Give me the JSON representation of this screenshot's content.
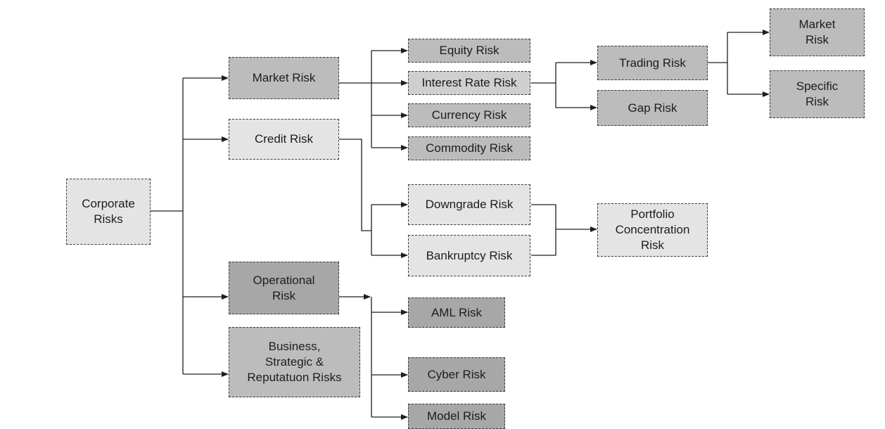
{
  "diagram": {
    "nodes": {
      "corporate": {
        "label": "Corporate\nRisks"
      },
      "market": {
        "label": "Market Risk"
      },
      "credit": {
        "label": "Credit Risk"
      },
      "operational": {
        "label": "Operational\nRisk"
      },
      "business": {
        "label": "Business,\nStrategic &\nReputatuon Risks"
      },
      "equity": {
        "label": "Equity Risk"
      },
      "interest": {
        "label": "Interest Rate Risk"
      },
      "currency": {
        "label": "Currency Risk"
      },
      "commodity": {
        "label": "Commodity Risk"
      },
      "downgrade": {
        "label": "Downgrade Risk"
      },
      "bankruptcy": {
        "label": "Bankruptcy Risk"
      },
      "aml": {
        "label": "AML Risk"
      },
      "cyber": {
        "label": "Cyber Risk"
      },
      "model": {
        "label": "Model Risk"
      },
      "trading": {
        "label": "Trading Risk"
      },
      "gap": {
        "label": "Gap Risk"
      },
      "portfolio": {
        "label": "Portfolio\nConcentration\nRisk"
      },
      "market_sub": {
        "label": "Market\nRisk"
      },
      "specific": {
        "label": "Specific\nRisk"
      }
    },
    "edges": [
      {
        "from": "corporate",
        "to": "market"
      },
      {
        "from": "corporate",
        "to": "credit"
      },
      {
        "from": "corporate",
        "to": "operational"
      },
      {
        "from": "corporate",
        "to": "business"
      },
      {
        "from": "market",
        "to": "equity"
      },
      {
        "from": "market",
        "to": "interest"
      },
      {
        "from": "market",
        "to": "currency"
      },
      {
        "from": "market",
        "to": "commodity"
      },
      {
        "from": "credit",
        "to": "downgrade"
      },
      {
        "from": "credit",
        "to": "bankruptcy"
      },
      {
        "from": "operational",
        "to": "aml"
      },
      {
        "from": "operational",
        "to": "cyber"
      },
      {
        "from": "operational",
        "to": "model"
      },
      {
        "from": "interest",
        "to": "trading"
      },
      {
        "from": "interest",
        "to": "gap"
      },
      {
        "from": "downgrade",
        "to": "portfolio"
      },
      {
        "from": "bankruptcy",
        "to": "portfolio"
      },
      {
        "from": "trading",
        "to": "market_sub"
      },
      {
        "from": "trading",
        "to": "specific"
      }
    ]
  }
}
